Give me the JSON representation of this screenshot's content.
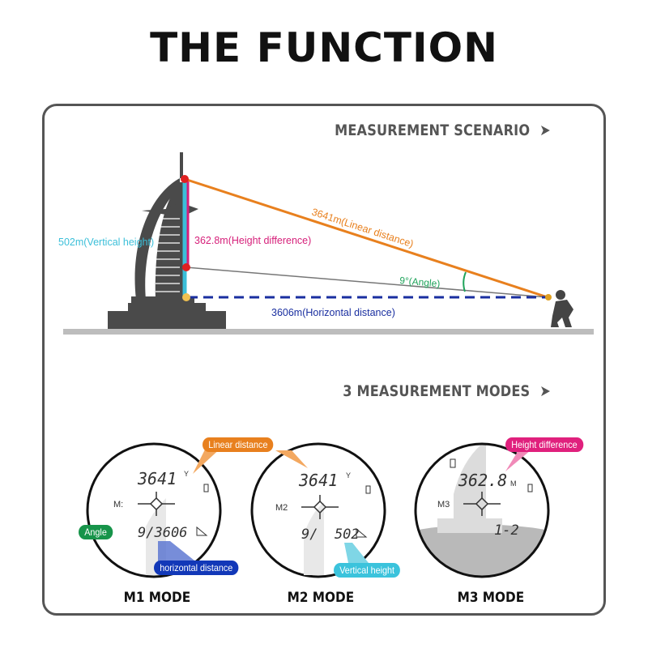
{
  "title": "THE FUNCTION",
  "scenario": {
    "heading": "MEASUREMENT SCENARIO",
    "arrow": "➤",
    "labels": {
      "vertical_height": "502m(Vertical height)",
      "height_difference": "362.8m(Height difference)",
      "linear_distance": "3641m(Linear distance)",
      "angle": "9°(Angle)",
      "horizontal_distance": "3606m(Horizontal distance)"
    },
    "colors": {
      "vertical": "#3bbfd9",
      "height_diff": "#d6207a",
      "linear": "#e8801e",
      "angle": "#1fa35a",
      "horizontal": "#1a2fa0",
      "building": "#4a4a4a"
    }
  },
  "modes_section": {
    "heading": "3 MEASUREMENT MODES",
    "arrow": "➤",
    "modes": [
      {
        "label": "M1 MODE",
        "mode_indicator": "M:",
        "top_reading": "3641",
        "top_unit": "Y",
        "bottom_reading": "9/3606",
        "callouts": [
          "Linear distance",
          "Angle",
          "horizontal distance"
        ]
      },
      {
        "label": "M2 MODE",
        "mode_indicator": "M2",
        "top_reading": "3641",
        "top_unit": "Y",
        "bottom_reading": "9/  502",
        "callouts": [
          "Vertical height"
        ]
      },
      {
        "label": "M3 MODE",
        "mode_indicator": "M3",
        "top_reading": "362.8",
        "top_unit": "M",
        "bottom_reading": "1-2",
        "callouts": [
          "Height difference"
        ]
      }
    ],
    "pill_colors": {
      "linear": "#e8801e",
      "angle": "#17944a",
      "horizontal": "#1238b8",
      "vertical": "#3bc3dc",
      "height_diff": "#e0207d"
    }
  }
}
